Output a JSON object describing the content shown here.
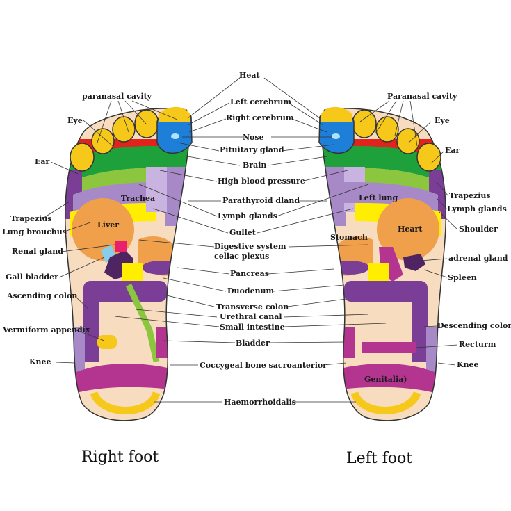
{
  "titles": {
    "right_foot": "Right foot",
    "left_foot": "Left foot"
  },
  "labels": {
    "heat": "Heat",
    "left_cerebrum": "Left cerebrum",
    "right_cerebrum": "Right cerebrum",
    "nose": "Nose",
    "pituitary_gland": "Pituitary gland",
    "brain": "Brain",
    "high_blood_pressure": "High blood pressure",
    "parathyroid_dland": "Parathyroid dland",
    "lymph_glands_center": "Lymph glands",
    "gullet": "Gullet",
    "digestive_system_1": "Digestive system",
    "digestive_system_2": "celiac plexus",
    "pancreas": "Pancreas",
    "duodenum": "Duodenum",
    "transverse_colon": "Transverse colon",
    "urethral_canal": "Urethral canal",
    "small_intestine": "Small intestine",
    "bladder": "Bladder",
    "coccygeal": "Coccygeal bone sacroanterior",
    "haemorrhoidalis": "Haemorrhoidalis",
    "r_paranasal": "paranasal  cavity",
    "r_eye": "Eye",
    "r_ear": "Ear",
    "r_trapezius": "Trapezius",
    "r_lung_bronchus": "Lung brouchus",
    "r_renal_gland": "Renal gland",
    "r_gall_bladder": "Gall bladder",
    "r_ascending_colon": "Ascending colon",
    "r_vermiform": "Vermiform appendix",
    "r_knee": "Knee",
    "r_trachea": "Trachea",
    "r_liver": "Liver",
    "l_paranasal": "Paranasal cavity",
    "l_eye": "Eye",
    "l_ear": "Ear",
    "l_trapezius": "Trapezius",
    "l_lymph_glands": "Lymph glands",
    "l_shoulder": "Shoulder",
    "l_adrenal_gland": "adrenal gland",
    "l_spleen": "Spleen",
    "l_descending_colon": "Descending colon",
    "l_rectum": "Recturm",
    "l_knee": "Knee",
    "l_left_lung": "Left lung",
    "l_heart": "Heart",
    "l_stomach": "Stomach",
    "l_genitalia": "Genitalia)"
  },
  "colors": {
    "skin": "#f7dcbf",
    "yellow": "#f6c81a",
    "bright_yellow": "#ffee00",
    "blue": "#1e7fd8",
    "red": "#e0231c",
    "green": "#1ea13a",
    "light_green": "#8cc63f",
    "purple": "#7a3e96",
    "lavender": "#a889c8",
    "magenta": "#b4358f",
    "orange": "#f0a04b",
    "dark_purple": "#4e2461",
    "pink": "#e8206e"
  }
}
